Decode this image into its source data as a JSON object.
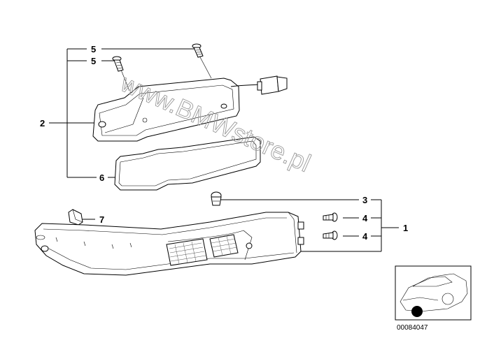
{
  "callouts": {
    "c1": "1",
    "c2": "2",
    "c3": "3",
    "c4a": "4",
    "c4b": "4",
    "c5a": "5",
    "c5b": "5",
    "c6": "6",
    "c7": "7"
  },
  "watermark": "www.BMWstore.pl",
  "thumbnail": {
    "ref_number": "00084047"
  }
}
